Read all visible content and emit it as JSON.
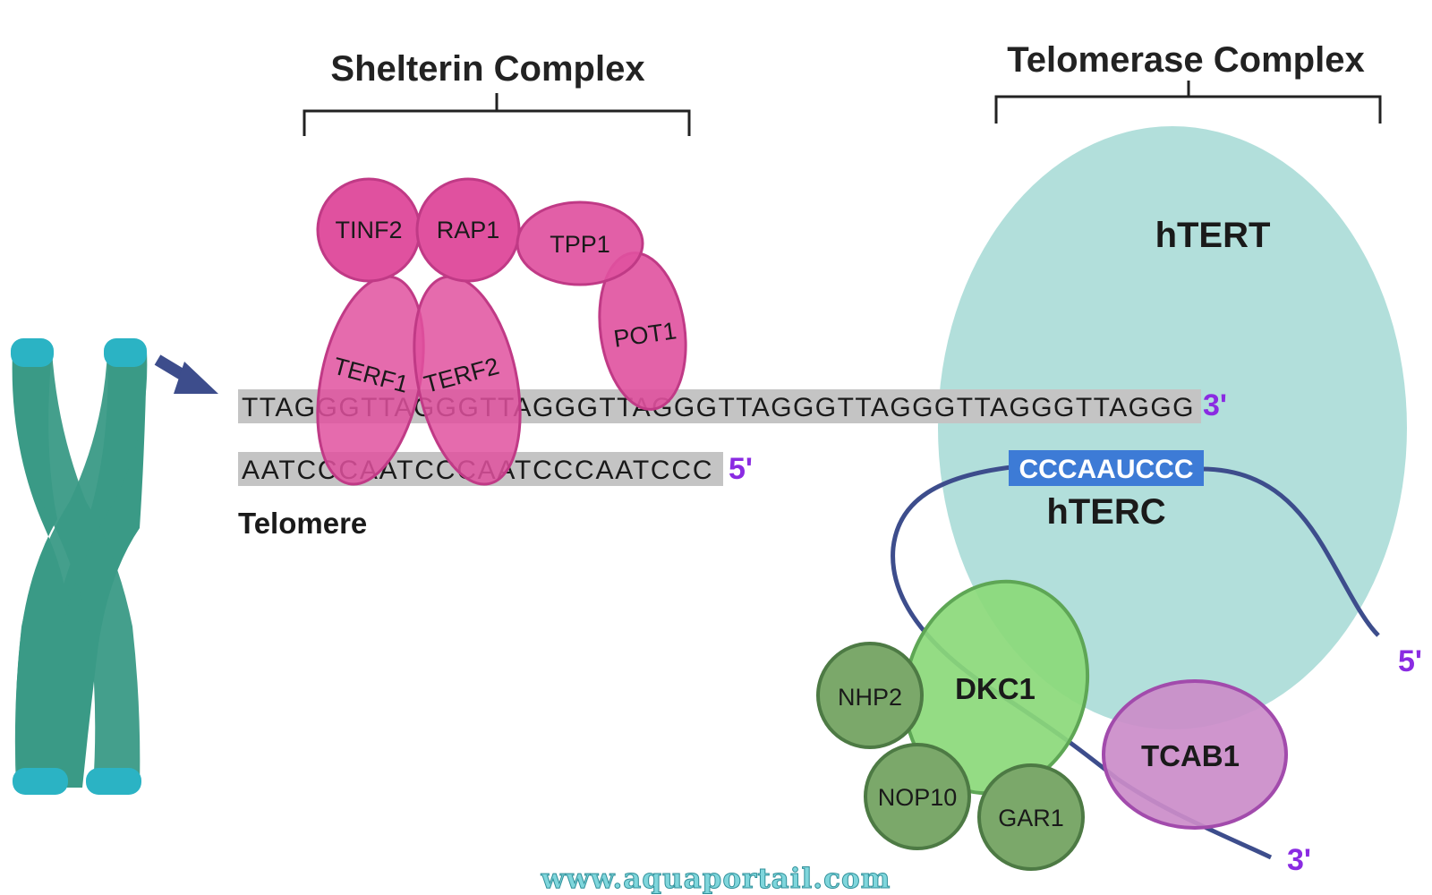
{
  "colors": {
    "shelterin_fill": "#e0519f",
    "shelterin_stroke": "#c03a86",
    "htert_fill": "#b2dfdb",
    "dkc1_fill": "#8bd97a",
    "dkc1_stroke": "#5ea655",
    "small_green_fill": "#7ba86a",
    "small_green_stroke": "#4d7a44",
    "tcab1_fill": "#cb8cc9",
    "tcab1_stroke": "#a24bac",
    "rna_line": "#3d4d8c",
    "rna_box": "#3d7bd6",
    "dna_bar": "#c4c4c4",
    "end_label": "#8a2be2",
    "chromosome": "#3a9a86",
    "chromosome_tip": "#2bb3c4",
    "arrow": "#3d4d8c"
  },
  "headings": {
    "shelterin": "Shelterin Complex",
    "telomerase": "Telomerase Complex"
  },
  "shelterin": {
    "tinf2": "TINF2",
    "rap1": "RAP1",
    "tpp1": "TPP1",
    "pot1": "POT1",
    "terf1": "TERF1",
    "terf2": "TERF2"
  },
  "telomere": {
    "top_strand": "TTAGGGTTAGGGTTAGGGTTAGGGTTAGGGTTAGGGTTAGGGTTAGGG",
    "top_end": "3'",
    "bottom_strand": "AATCCCAATCCCAATCCCAATCCC",
    "bottom_end": "5'",
    "label": "Telomere"
  },
  "telomerase": {
    "htert": "hTERT",
    "template": "CCCAAUCCC",
    "hterc": "hTERC",
    "rna_5_end": "5'",
    "rna_3_end": "3'",
    "dkc1": "DKC1",
    "nhp2": "NHP2",
    "nop10": "NOP10",
    "gar1": "GAR1",
    "tcab1": "TCAB1"
  },
  "icons": {
    "chromosome": "chromosome-icon",
    "arrow": "arrow-icon"
  },
  "watermark": "www.aquaportail.com"
}
